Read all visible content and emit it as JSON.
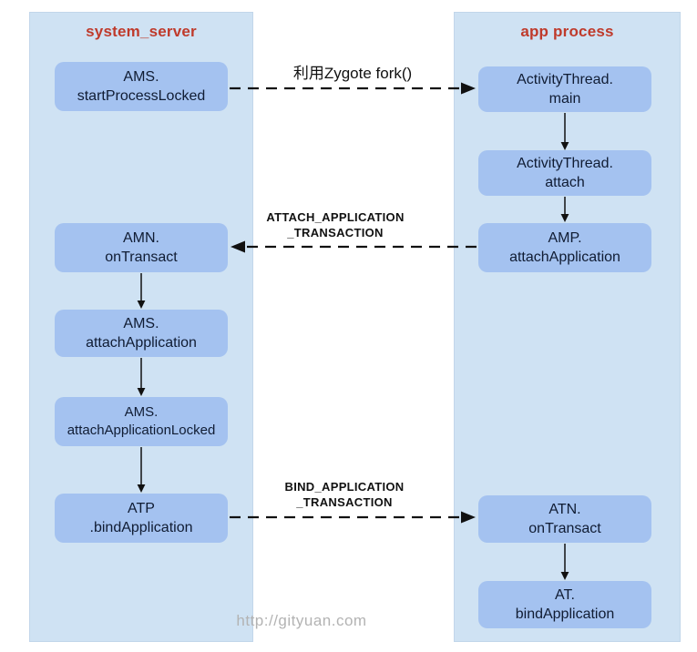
{
  "colors": {
    "panel": "#cfe2f3",
    "panel_border": "#c2d6ea",
    "box": "#a4c2f0",
    "title": "#bf3a2b",
    "text": "#101c33"
  },
  "left_panel": {
    "title": "system_server",
    "boxes": [
      {
        "label": "AMS.\nstartProcessLocked"
      },
      {
        "label": "AMN.\nonTransact"
      },
      {
        "label": "AMS.\nattachApplication"
      },
      {
        "label": "AMS.\nattachApplicationLocked"
      },
      {
        "label": "ATP\n.bindApplication"
      }
    ]
  },
  "right_panel": {
    "title": "app process",
    "boxes": [
      {
        "label": "ActivityThread.\nmain"
      },
      {
        "label": "ActivityThread.\nattach"
      },
      {
        "label": "AMP.\nattachApplication"
      },
      {
        "label": "ATN.\nonTransact"
      },
      {
        "label": "AT.\nbindApplication"
      }
    ]
  },
  "arrows": {
    "fork_label": "利用Zygote fork()",
    "attach_label": "ATTACH_APPLICATION\n_TRANSACTION",
    "bind_label": "BIND_APPLICATION\n_TRANSACTION"
  },
  "watermark": "http://gityuan.com"
}
